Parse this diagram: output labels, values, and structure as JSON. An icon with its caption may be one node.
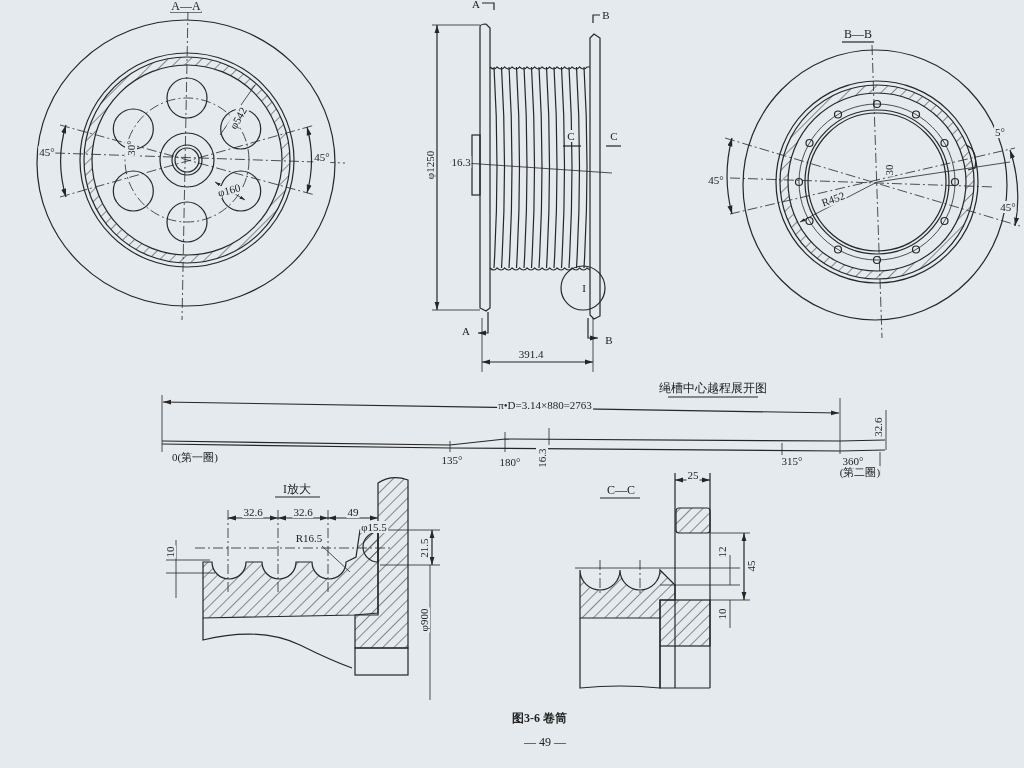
{
  "diagram": {
    "caption": "图3-6 卷筒",
    "labels": [
      "A—A",
      "A",
      "B",
      "φ542",
      "30°",
      "45°",
      "45°",
      "φ160",
      "B—B",
      "φ1250",
      "C",
      "C",
      "16.3",
      "5°",
      "30",
      "45°",
      "45°",
      "R452",
      "I",
      "A",
      "B",
      "391.4",
      "绳槽中心越程展开图",
      "π•D=3.14×880=2763",
      "32.6",
      "0(第一圈)",
      "135°",
      "180°",
      "16.3",
      "315°",
      "360°",
      "(第二圈)",
      "I放大",
      "25",
      "C—C",
      "32.6",
      "32.6",
      "49",
      "R16.5",
      "φ15.5",
      "10",
      "21.5",
      "12",
      "45",
      "10",
      "φ900",
      "— 49 —"
    ]
  }
}
